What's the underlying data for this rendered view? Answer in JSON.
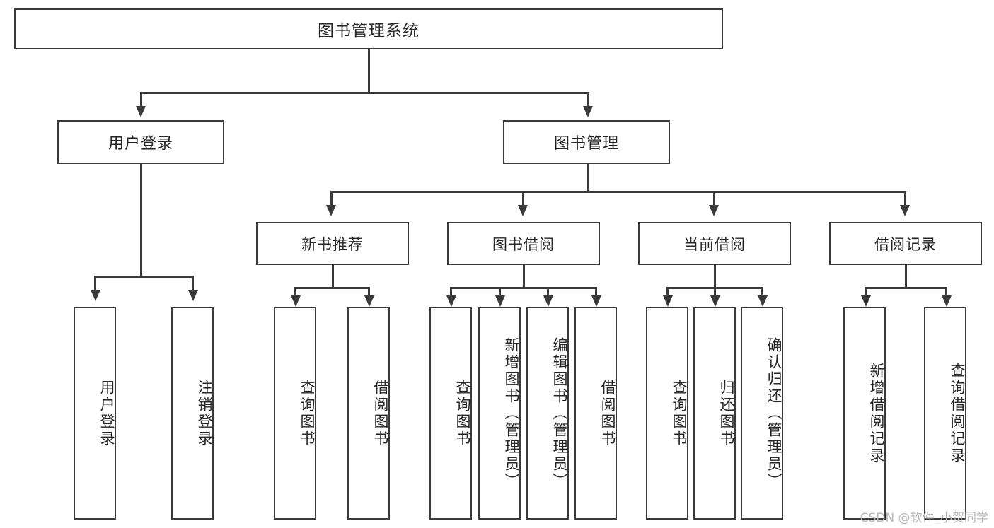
{
  "diagram": {
    "title_node": {
      "label": "图书管理系统"
    },
    "level2": [
      {
        "label": "用户登录"
      },
      {
        "label": "图书管理"
      }
    ],
    "level3": [
      {
        "label": "新书推荐"
      },
      {
        "label": "图书借阅"
      },
      {
        "label": "当前借阅"
      },
      {
        "label": "借阅记录"
      }
    ],
    "leaves": {
      "user_login": [
        {
          "label": "用户登录"
        },
        {
          "label": "注销登录"
        }
      ],
      "new_book": [
        {
          "label": "查询图书"
        },
        {
          "label": "借阅图书"
        }
      ],
      "book_borrow": [
        {
          "label": "查询图书"
        },
        {
          "label": "新增图书（管理员）"
        },
        {
          "label": "编辑图书（管理员）"
        },
        {
          "label": "借阅图书"
        }
      ],
      "current_borrow": [
        {
          "label": "查询图书"
        },
        {
          "label": "归还图书"
        },
        {
          "label": "确认归还（管理员）"
        }
      ],
      "borrow_record": [
        {
          "label": "新增借阅记录"
        },
        {
          "label": "查询借阅记录"
        }
      ]
    }
  },
  "watermark": {
    "text": "CSDN @软件_小贺同学"
  },
  "colors": {
    "stroke": "#3a3a3a",
    "background": "#ffffff",
    "text": "#262626",
    "watermark": "#b9b9b9"
  }
}
